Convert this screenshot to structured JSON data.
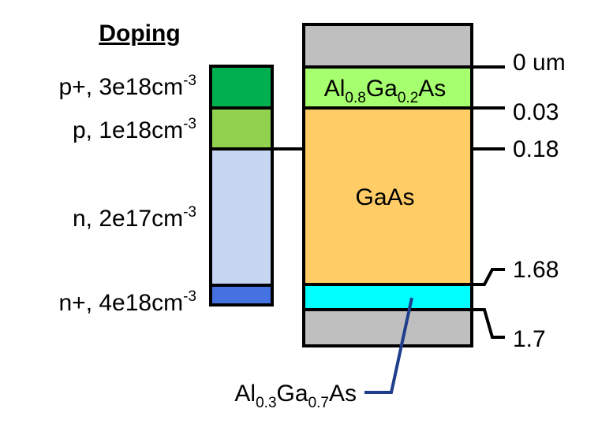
{
  "doping": {
    "title": "Doping",
    "levels": [
      {
        "type": "p+",
        "base": "p+, 3e18cm",
        "exp": "-3",
        "color": "#00b050"
      },
      {
        "type": "p",
        "base": "p, 1e18cm",
        "exp": "-3",
        "color": "#92d050"
      },
      {
        "type": "n",
        "base": "n, 2e17cm",
        "exp": "-3",
        "color": "#c5d5f2"
      },
      {
        "type": "n+",
        "base": "n+, 4e18cm",
        "exp": "-3",
        "color": "#4472e0"
      }
    ]
  },
  "stack": {
    "substrate_color": "#bfbfbf",
    "layers": [
      {
        "name": "AlGaAs-cap",
        "parts": [
          "Al",
          "0.8",
          "Ga",
          "0.2",
          "As"
        ],
        "color": "#a6ff6e"
      },
      {
        "name": "GaAs",
        "label": "GaAs",
        "color": "#ffcc66"
      },
      {
        "name": "AlGaAs-bottom",
        "parts": [
          "Al",
          "0.3",
          "Ga",
          "0.7",
          "As"
        ],
        "color": "#00ffff"
      }
    ],
    "bottom_label_line_color": "#1f3d8a"
  },
  "depths": {
    "top": "0 um",
    "cap_bottom": "0.03",
    "junction": "0.18",
    "gaas_bottom": "1.68",
    "substrate_top": "1.7"
  }
}
